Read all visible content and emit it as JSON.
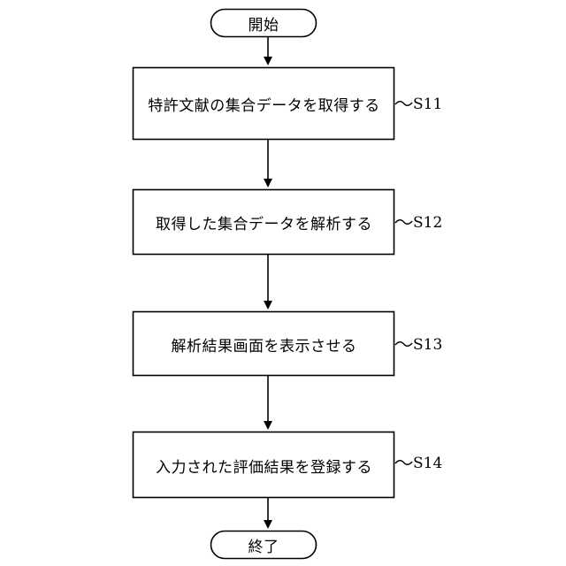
{
  "diagram": {
    "type": "flowchart",
    "orientation": "vertical",
    "background_color": "#ffffff",
    "stroke_color": "#000000",
    "text_color": "#000000",
    "start": {
      "shape": "terminal",
      "label": "開始"
    },
    "end": {
      "shape": "terminal",
      "label": "終了"
    },
    "steps": [
      {
        "id": "S11",
        "shape": "process",
        "label": "特許文献の集合データを取得する",
        "step_label": "S11"
      },
      {
        "id": "S12",
        "shape": "process",
        "label": "取得した集合データを解析する",
        "step_label": "S12"
      },
      {
        "id": "S13",
        "shape": "process",
        "label": "解析結果画面を表示させる",
        "step_label": "S13"
      },
      {
        "id": "S14",
        "shape": "process",
        "label": "入力された評価結果を登録する",
        "step_label": "S14"
      }
    ],
    "connectors": [
      {
        "from": "start",
        "to": "S11",
        "arrow": "down"
      },
      {
        "from": "S11",
        "to": "S12",
        "arrow": "down"
      },
      {
        "from": "S12",
        "to": "S13",
        "arrow": "down"
      },
      {
        "from": "S13",
        "to": "S14",
        "arrow": "down"
      },
      {
        "from": "S14",
        "to": "end",
        "arrow": "down"
      }
    ]
  }
}
